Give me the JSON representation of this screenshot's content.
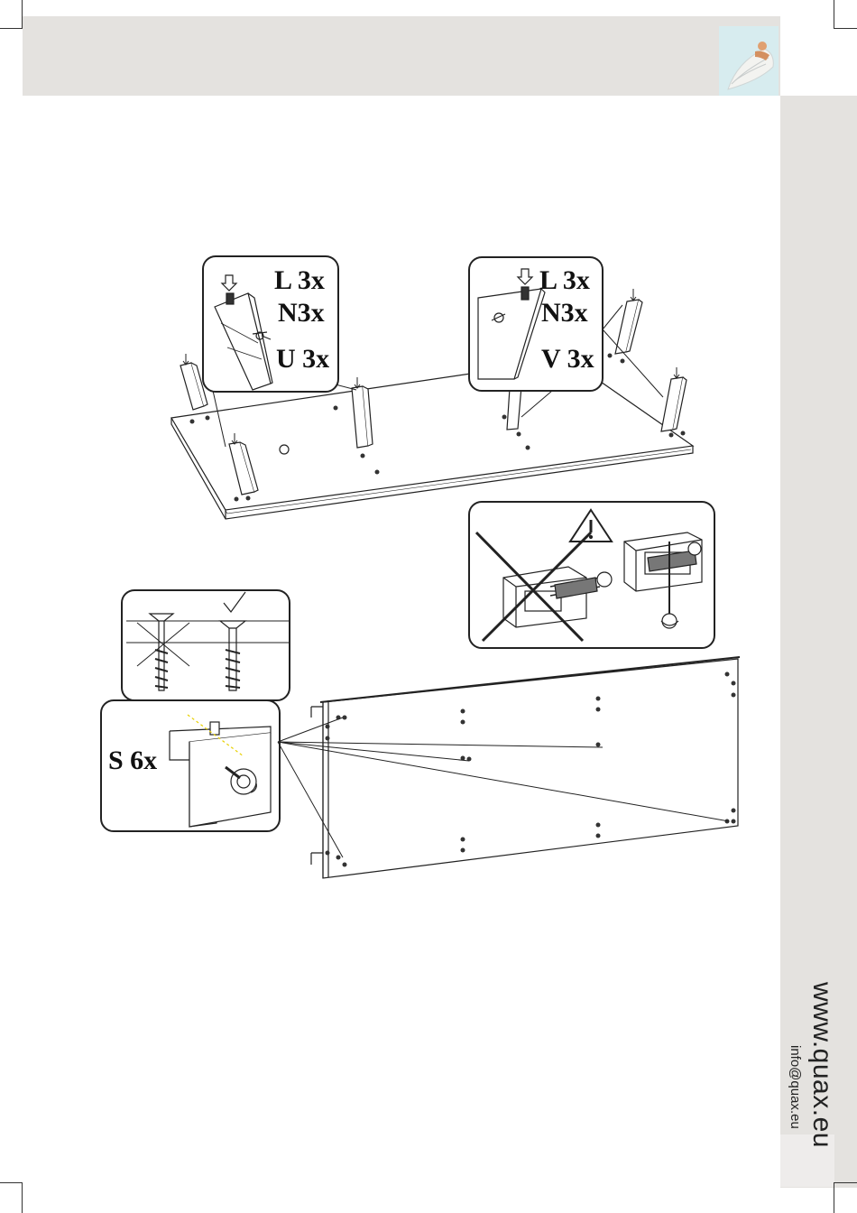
{
  "header": {
    "logo_icon": "angel-wing-logo-icon"
  },
  "callouts": {
    "left_leg": {
      "line1": "L 3x",
      "line2": "N3x",
      "line3": "U 3x"
    },
    "right_leg": {
      "line1": "L 3x",
      "line2": "N3x",
      "line3": "V 3x"
    },
    "side_panel": {
      "label": "S 6x"
    }
  },
  "sidebar": {
    "website": "www.quax.eu",
    "email": "info@quax.eu"
  },
  "colors": {
    "band": "#e4e2df",
    "ink": "#222222",
    "warning_fill": "#ffffff"
  }
}
